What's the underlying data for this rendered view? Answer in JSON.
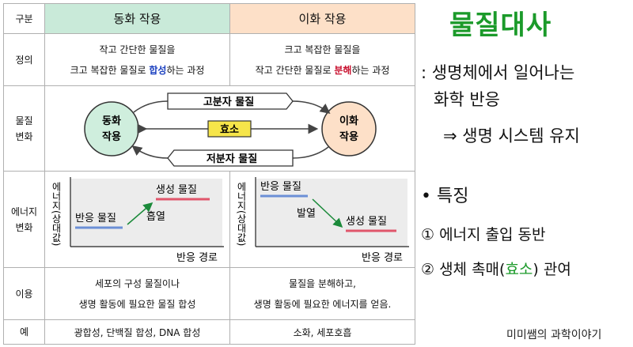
{
  "table": {
    "header": {
      "gubun": "구분",
      "anabolism": "동화 작용",
      "catabolism": "이화 작용"
    },
    "definition": {
      "label": "정의",
      "ana_line1": "작고 간단한 물질을",
      "ana_line2_pre": "크고 복잡한 물질로 ",
      "ana_line2_key": "합성",
      "ana_line2_post": "하는 과정",
      "cat_line1": "크고 복잡한 물질을",
      "cat_line2_pre": "작고 간단한 물질로 ",
      "cat_line2_key": "분해",
      "cat_line2_post": "하는 과정"
    },
    "material_change": {
      "label_line1": "물질",
      "label_line2": "변화",
      "left_circle_line1": "동화",
      "left_circle_line2": "작용",
      "right_circle_line1": "이화",
      "right_circle_line2": "작용",
      "top_box": "고분자 물질",
      "enzyme_box": "효소",
      "bottom_box": "저분자 물질"
    },
    "energy": {
      "label_line1": "에너지",
      "label_line2": "변화",
      "ylabel": "에너지(상대값)",
      "xlabel": "반응 경로",
      "ana_reactant": "반응 물질",
      "ana_product": "생성 물질",
      "ana_process": "흡열",
      "cat_reactant": "반응 물질",
      "cat_product": "생성 물질",
      "cat_process": "발열"
    },
    "use": {
      "label": "이용",
      "ana_line1": "세포의 구성 물질이나",
      "ana_line2": "생명 활동에 필요한 물질 합성",
      "cat_line1": "물질을 분해하고,",
      "cat_line2": "생명 활동에 필요한 에너지를 얻음."
    },
    "example": {
      "label": "예",
      "ana": "광합성, 단백질 합성, DNA 합성",
      "cat": "소화, 세포호흡"
    }
  },
  "side": {
    "title": "물질대사",
    "def_line1": ": 생명체에서 일어나는",
    "def_line2": "화학 반응",
    "def_line3": "⇒ 생명 시스템 유지",
    "feature_heading": "• 특징",
    "feature1": "① 에너지 출입 동반",
    "feature2_pre": "② 생체 촉매(",
    "feature2_key": "효소",
    "feature2_post": ") 관여",
    "credit": "미미쌤의 과학이야기"
  },
  "colors": {
    "ana_header": "#c9ead9",
    "cat_header": "#fde0c8",
    "title_green": "#1b9a2a",
    "reactant_line": "#6b8fd6",
    "product_line": "#e0566b",
    "arrow_green": "#1b8a3a"
  }
}
